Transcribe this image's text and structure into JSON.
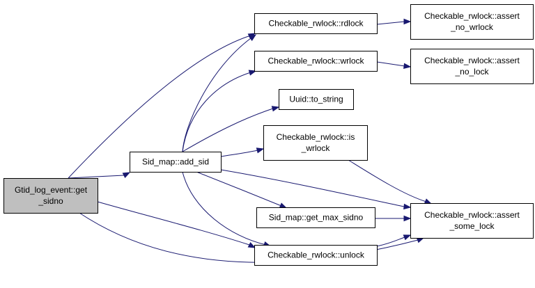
{
  "nodes": [
    {
      "id": "gtid",
      "lines": [
        "Gtid_log_event::get",
        "_sidno"
      ],
      "root": true
    },
    {
      "id": "add_sid",
      "lines": [
        "Sid_map::add_sid"
      ]
    },
    {
      "id": "rdlock",
      "lines": [
        "Checkable_rwlock::rdlock"
      ]
    },
    {
      "id": "wrlock",
      "lines": [
        "Checkable_rwlock::wrlock"
      ]
    },
    {
      "id": "to_string",
      "lines": [
        "Uuid::to_string"
      ]
    },
    {
      "id": "is_wrlock",
      "lines": [
        "Checkable_rwlock::is",
        "_wrlock"
      ]
    },
    {
      "id": "get_max_sidno",
      "lines": [
        "Sid_map::get_max_sidno"
      ]
    },
    {
      "id": "unlock",
      "lines": [
        "Checkable_rwlock::unlock"
      ]
    },
    {
      "id": "assert_no_wrlock",
      "lines": [
        "Checkable_rwlock::assert",
        "_no_wrlock"
      ]
    },
    {
      "id": "assert_no_lock",
      "lines": [
        "Checkable_rwlock::assert",
        "_no_lock"
      ]
    },
    {
      "id": "assert_some_lock",
      "lines": [
        "Checkable_rwlock::assert",
        "_some_lock"
      ]
    }
  ],
  "edges": [
    {
      "from": "gtid",
      "to": "add_sid"
    },
    {
      "from": "gtid",
      "to": "rdlock"
    },
    {
      "from": "gtid",
      "to": "unlock"
    },
    {
      "from": "gtid",
      "to": "assert_some_lock"
    },
    {
      "from": "add_sid",
      "to": "rdlock"
    },
    {
      "from": "add_sid",
      "to": "wrlock"
    },
    {
      "from": "add_sid",
      "to": "to_string"
    },
    {
      "from": "add_sid",
      "to": "is_wrlock"
    },
    {
      "from": "add_sid",
      "to": "get_max_sidno"
    },
    {
      "from": "add_sid",
      "to": "unlock"
    },
    {
      "from": "add_sid",
      "to": "assert_some_lock"
    },
    {
      "from": "rdlock",
      "to": "assert_no_wrlock"
    },
    {
      "from": "wrlock",
      "to": "assert_no_lock"
    },
    {
      "from": "is_wrlock",
      "to": "assert_some_lock"
    },
    {
      "from": "get_max_sidno",
      "to": "assert_some_lock"
    },
    {
      "from": "unlock",
      "to": "assert_some_lock"
    }
  ],
  "colors": {
    "edge": "#191970",
    "root_fill": "#bfbfbf",
    "node_fill": "#ffffff",
    "border": "#000000"
  }
}
